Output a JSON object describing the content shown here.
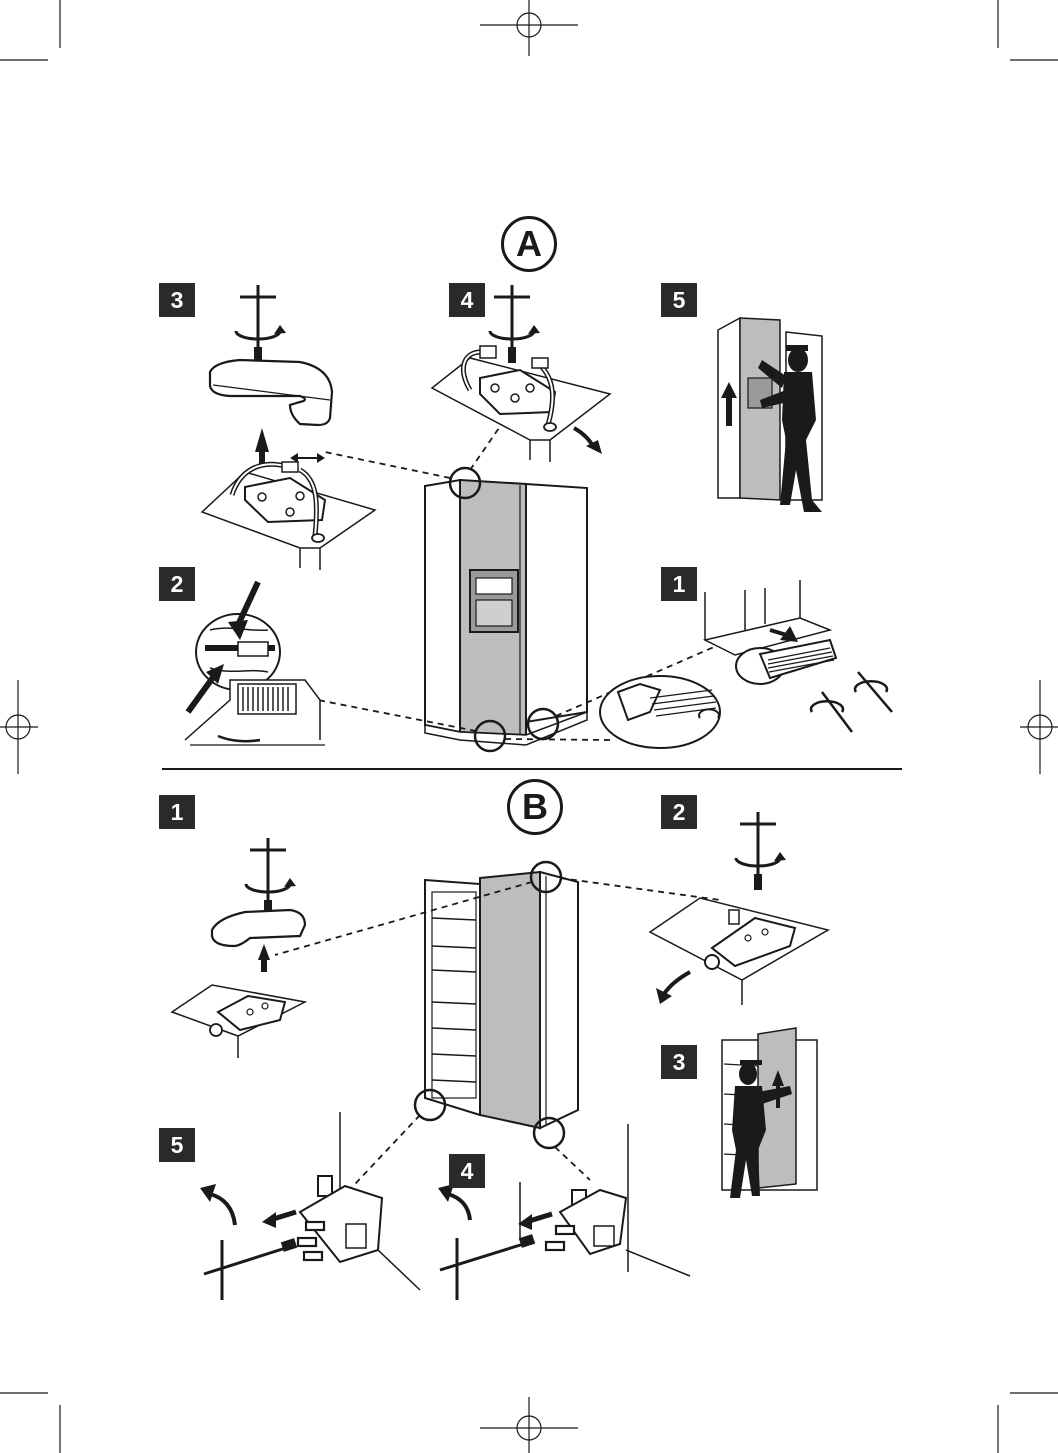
{
  "section_a": {
    "label": "A",
    "steps": [
      "3",
      "4",
      "5",
      "2",
      "1"
    ]
  },
  "section_b": {
    "label": "B",
    "steps": [
      "1",
      "2",
      "3",
      "5",
      "4"
    ]
  },
  "colors": {
    "ink": "#1a1a1a",
    "door_fill": "#bdbdbd",
    "step_box": "#2a2a2a",
    "paper": "#ffffff"
  },
  "icons": [
    "registration-crosshair-icon",
    "t-wrench-icon",
    "rotation-arrow-icon",
    "direction-arrow-icon",
    "person-silhouette-icon"
  ]
}
